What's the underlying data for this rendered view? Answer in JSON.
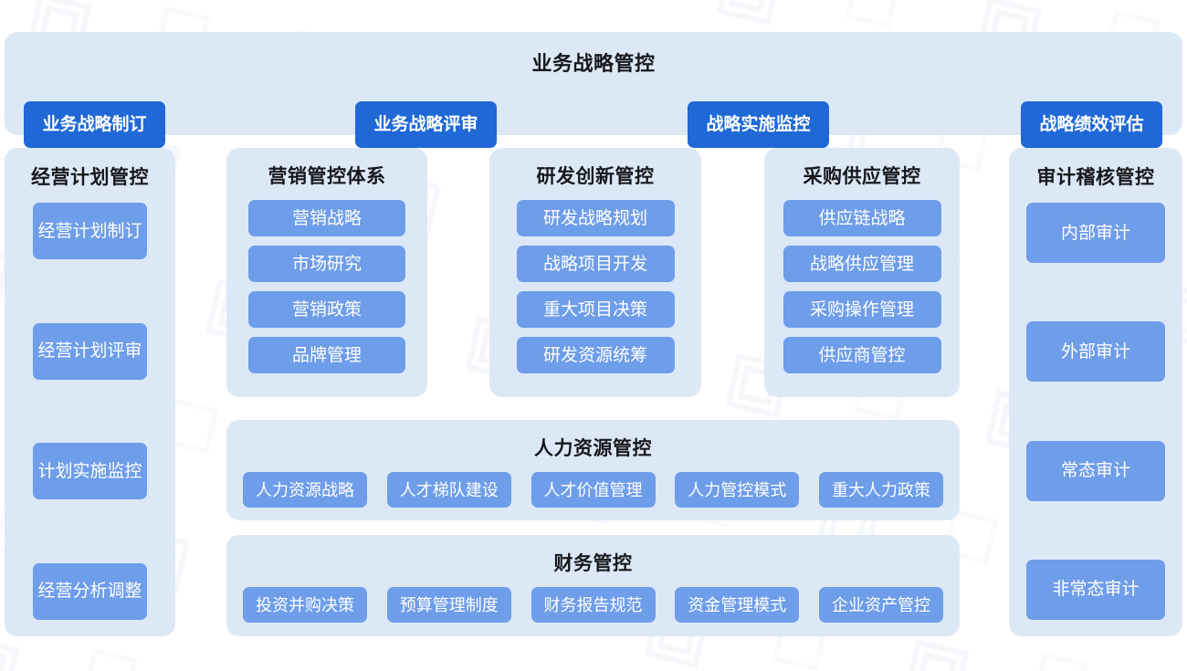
{
  "colors": {
    "page_background": "#ffffff",
    "panel_background": "#dce8f6",
    "primary_button": "#1f68d6",
    "secondary_button": "#6e9de9",
    "title_text": "#16181c",
    "button_text": "#ffffff"
  },
  "banner": {
    "title": "业务战略管控",
    "buttons": [
      {
        "label": "业务战略制订"
      },
      {
        "label": "业务战略评审"
      },
      {
        "label": "战略实施监控"
      },
      {
        "label": "战略绩效评估"
      }
    ]
  },
  "columns": {
    "plan": {
      "title": "经营计划管控",
      "items": [
        {
          "label": "经营计划制订"
        },
        {
          "label": "经营计划评审"
        },
        {
          "label": "计划实施监控"
        },
        {
          "label": "经营分析调整"
        }
      ]
    },
    "marketing": {
      "title": "营销管控体系",
      "items": [
        {
          "label": "营销战略"
        },
        {
          "label": "市场研究"
        },
        {
          "label": "营销政策"
        },
        {
          "label": "品牌管理"
        }
      ]
    },
    "rnd": {
      "title": "研发创新管控",
      "items": [
        {
          "label": "研发战略规划"
        },
        {
          "label": "战略项目开发"
        },
        {
          "label": "重大项目决策"
        },
        {
          "label": "研发资源统筹"
        }
      ]
    },
    "purchasing": {
      "title": "采购供应管控",
      "items": [
        {
          "label": "供应链战略"
        },
        {
          "label": "战略供应管理"
        },
        {
          "label": "采购操作管理"
        },
        {
          "label": "供应商管控"
        }
      ]
    },
    "audit": {
      "title": "审计稽核管控",
      "items": [
        {
          "label": "内部审计"
        },
        {
          "label": "外部审计"
        },
        {
          "label": "常态审计"
        },
        {
          "label": "非常态审计"
        }
      ]
    }
  },
  "rows": {
    "hr": {
      "title": "人力资源管控",
      "items": [
        {
          "label": "人力资源战略"
        },
        {
          "label": "人才梯队建设"
        },
        {
          "label": "人才价值管理"
        },
        {
          "label": "人力管控模式"
        },
        {
          "label": "重大人力政策"
        }
      ]
    },
    "finance": {
      "title": "财务管控",
      "items": [
        {
          "label": "投资并购决策"
        },
        {
          "label": "预算管理制度"
        },
        {
          "label": "财务报告规范"
        },
        {
          "label": "资金管理模式"
        },
        {
          "label": "企业资产管控"
        }
      ]
    }
  }
}
